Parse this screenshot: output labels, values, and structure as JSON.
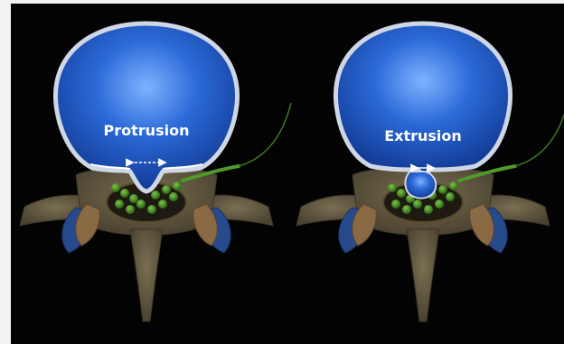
{
  "diagram": {
    "panels": [
      {
        "id": "left",
        "label": "Protrusion"
      },
      {
        "id": "right",
        "label": "Extrusion"
      }
    ],
    "colors": {
      "background": "#030303",
      "page_margin": "#f2f2f2",
      "disc_blue": "#1d56c4",
      "disc_highlight": "#6aa2ff",
      "annulus": "#cfd6e6",
      "bone": "#6e6449",
      "bone_dark": "#4f4633",
      "spinal_cord": "#2a2318",
      "nerve_green": "#4f9a2c",
      "facet_blue": "#274a8c",
      "facet_tan": "#8a6a44"
    },
    "icons": {
      "arrow": "double-headed-arrow"
    }
  }
}
